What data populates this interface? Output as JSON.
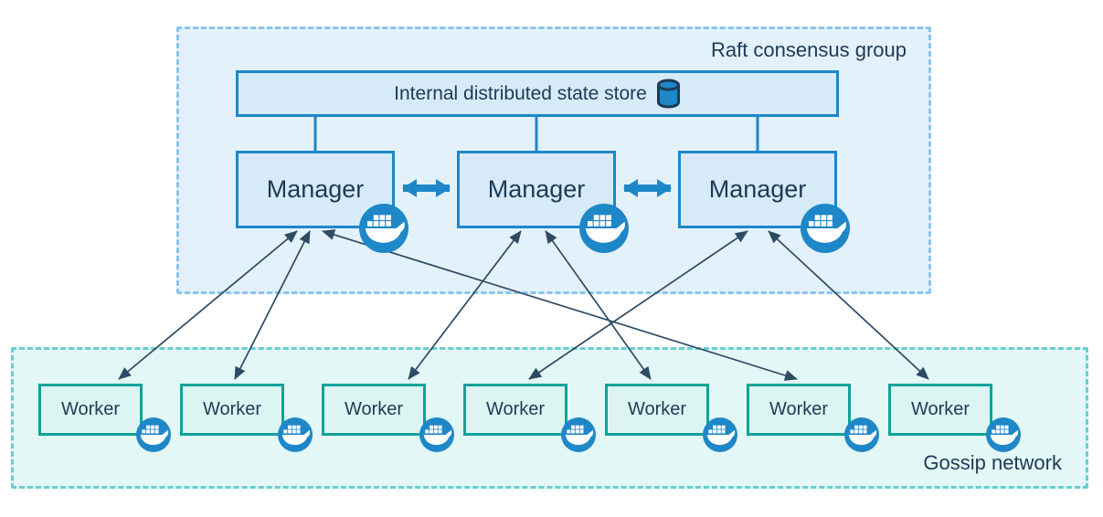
{
  "diagram": {
    "raft_group": {
      "label": "Raft consensus group"
    },
    "gossip_network": {
      "label": "Gossip network"
    },
    "state_store": {
      "label": "Internal distributed state store",
      "icon": "database-icon"
    },
    "managers": [
      {
        "id": "manager-1",
        "label": "Manager",
        "icon": "docker-whale-icon"
      },
      {
        "id": "manager-2",
        "label": "Manager",
        "icon": "docker-whale-icon"
      },
      {
        "id": "manager-3",
        "label": "Manager",
        "icon": "docker-whale-icon"
      }
    ],
    "workers": [
      {
        "id": "worker-1",
        "label": "Worker",
        "icon": "docker-whale-icon"
      },
      {
        "id": "worker-2",
        "label": "Worker",
        "icon": "docker-whale-icon"
      },
      {
        "id": "worker-3",
        "label": "Worker",
        "icon": "docker-whale-icon"
      },
      {
        "id": "worker-4",
        "label": "Worker",
        "icon": "docker-whale-icon"
      },
      {
        "id": "worker-5",
        "label": "Worker",
        "icon": "docker-whale-icon"
      },
      {
        "id": "worker-6",
        "label": "Worker",
        "icon": "docker-whale-icon"
      },
      {
        "id": "worker-7",
        "label": "Worker",
        "icon": "docker-whale-icon"
      }
    ],
    "connections": {
      "store_links": [
        "manager-1",
        "manager-2",
        "manager-3"
      ],
      "manager_peer_links": [
        [
          "manager-1",
          "manager-2"
        ],
        [
          "manager-2",
          "manager-3"
        ]
      ],
      "manager_worker_links": [
        [
          "manager-1",
          "worker-1"
        ],
        [
          "manager-1",
          "worker-2"
        ],
        [
          "manager-1",
          "worker-6"
        ],
        [
          "manager-2",
          "worker-3"
        ],
        [
          "manager-2",
          "worker-5"
        ],
        [
          "manager-3",
          "worker-4"
        ],
        [
          "manager-3",
          "worker-7"
        ]
      ]
    },
    "colors": {
      "docker_blue": "#1e87c8",
      "blue_node_fill": "#d6eaf8",
      "raft_fill": "#e3f1fb",
      "raft_dash": "#8ac6ea",
      "teal_border": "#10a39b",
      "worker_fill": "#dcf5f2",
      "gossip_fill": "#e2f7f6",
      "gossip_dash": "#66ced3",
      "thin_arrow": "#2d4b63",
      "text_navy": "#1d3b55"
    }
  }
}
